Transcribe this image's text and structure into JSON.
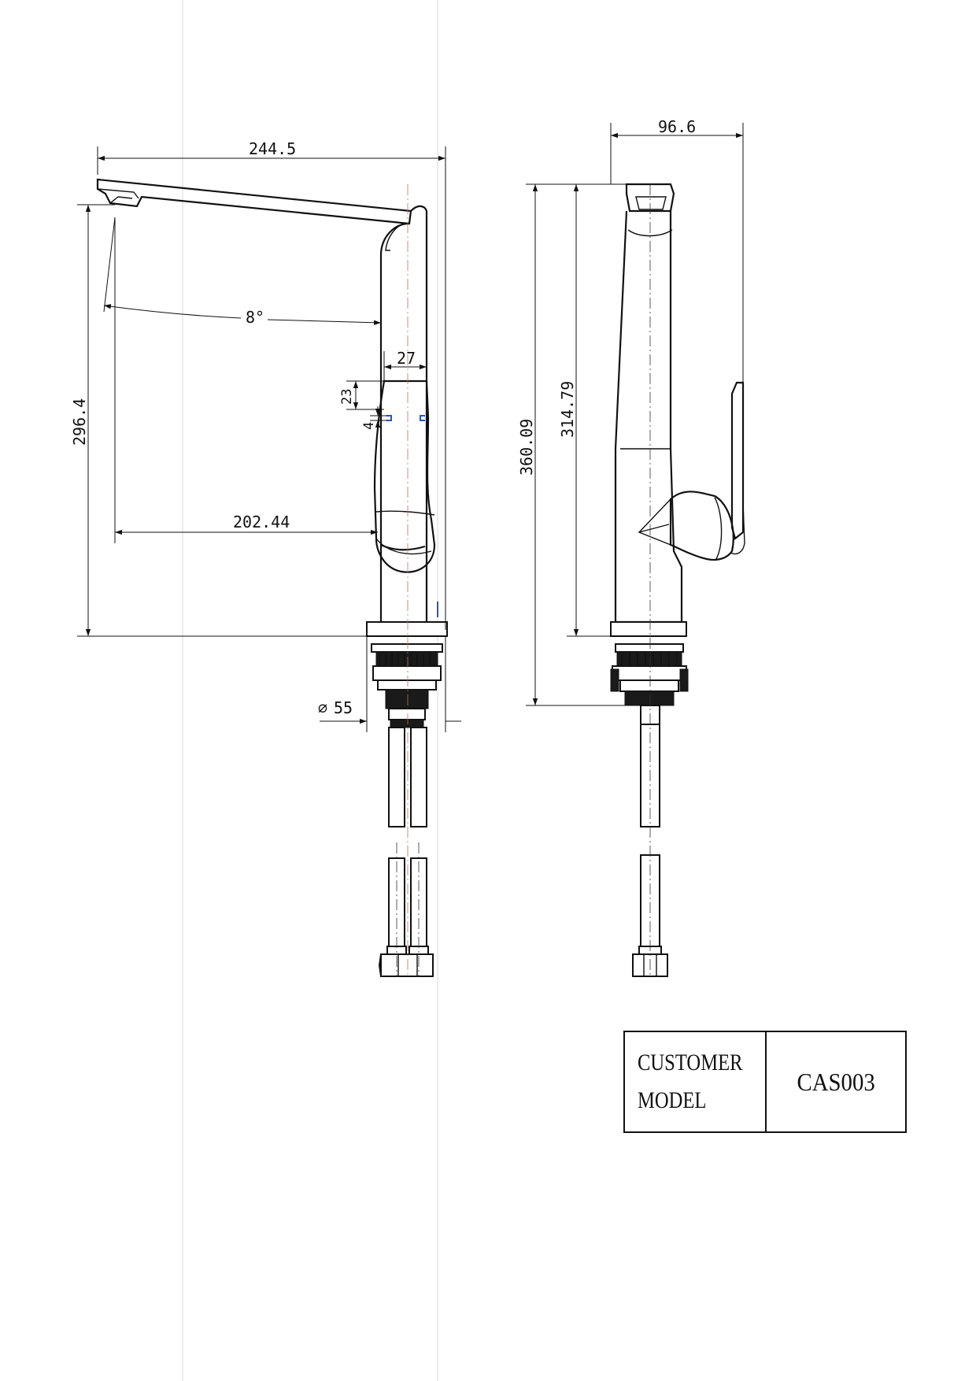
{
  "front_view": {
    "overall_width": "244.5",
    "height": "296.4",
    "angle": "8°",
    "handle_width": "27",
    "handle_offset": "23",
    "handle_gap": "4",
    "reach": "202.44",
    "base_diameter": "55",
    "diameter_symbol": "∅"
  },
  "side_view": {
    "depth": "96.6",
    "total_height": "360.09",
    "body_height": "314.79"
  },
  "title_block": {
    "label_customer": "CUSTOMER",
    "label_model": "MODEL",
    "model_value": "CAS003"
  },
  "colors": {
    "line": "#111111",
    "marker": "#2a55c8",
    "centerline_accent": "#c07050"
  }
}
